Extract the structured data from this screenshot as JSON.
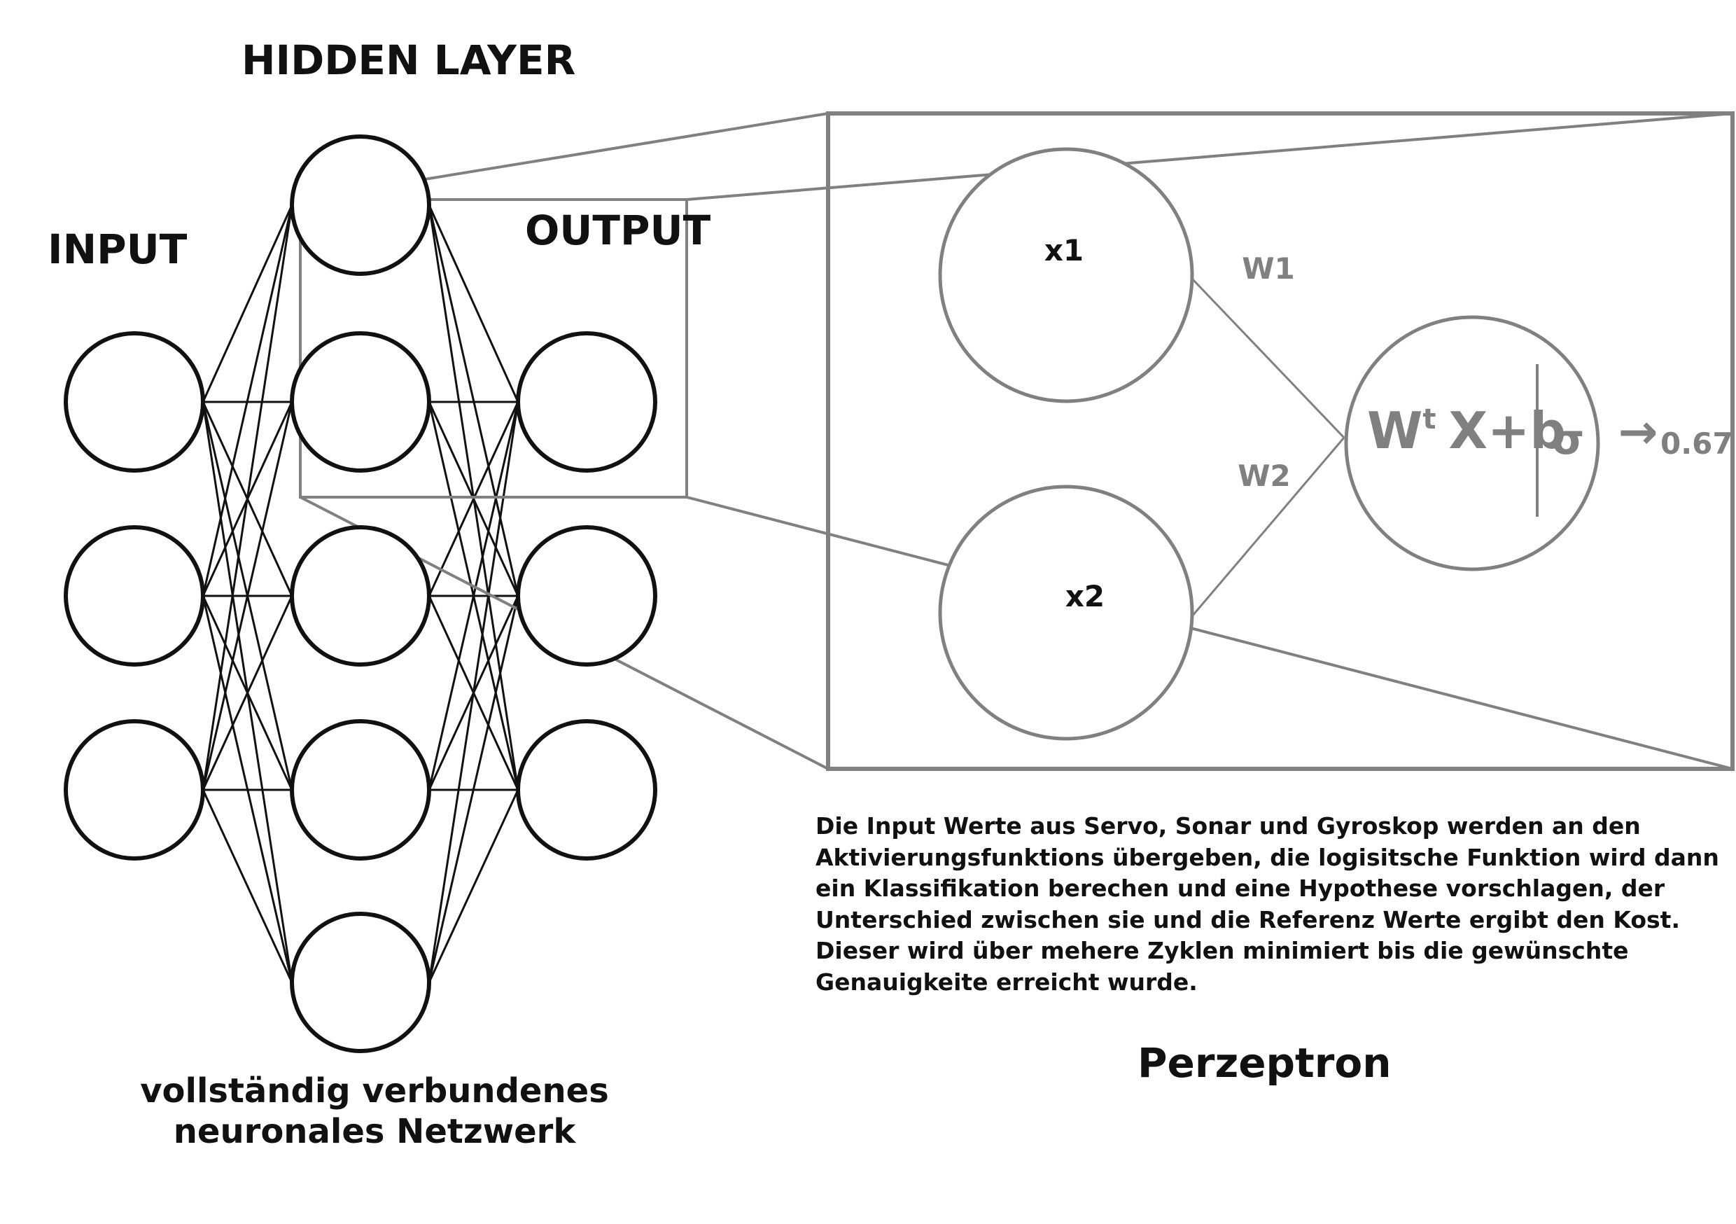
{
  "left_network": {
    "input_label": "INPUT",
    "hidden_label": "HIDDEN LAYER",
    "output_label": "OUTPUT",
    "caption": "vollständig verbundenes neuronales Netzwerk",
    "layers": [
      3,
      5,
      3
    ]
  },
  "perceptron": {
    "title": "Perzeptron",
    "inputs": [
      "x1",
      "x2"
    ],
    "weights": [
      "W1",
      "W2"
    ],
    "formula_main": "W",
    "formula_sup": "t",
    "formula_rest": "X+b",
    "activation_symbol": "σ",
    "output_arrow": "→",
    "output_value": "0.67",
    "description": "Die Input Werte aus Servo, Sonar und Gyroskop werden an den Aktivierungsfunktions übergeben, die logisitsche Funktion wird dann ein Klassifikation berechen und eine Hypothese vorschlagen, der Unterschied zwischen sie und die Referenz Werte ergibt den Kost. Dieser wird über mehere Zyklen minimiert bis die gewünschte Genauigkeite erreicht wurde."
  },
  "colors": {
    "network": "#111111",
    "perceptron": "#808080"
  }
}
